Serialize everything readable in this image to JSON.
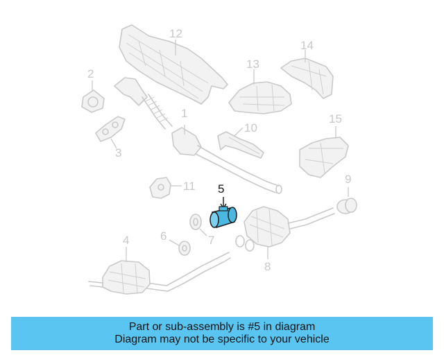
{
  "diagram": {
    "callouts": [
      {
        "id": "1",
        "label": "1"
      },
      {
        "id": "2",
        "label": "2"
      },
      {
        "id": "3",
        "label": "3"
      },
      {
        "id": "4",
        "label": "4"
      },
      {
        "id": "5",
        "label": "5"
      },
      {
        "id": "6",
        "label": "6"
      },
      {
        "id": "7",
        "label": "7"
      },
      {
        "id": "8",
        "label": "8"
      },
      {
        "id": "9",
        "label": "9"
      },
      {
        "id": "10",
        "label": "10"
      },
      {
        "id": "11",
        "label": "11"
      },
      {
        "id": "12",
        "label": "12"
      },
      {
        "id": "13",
        "label": "13"
      },
      {
        "id": "14",
        "label": "14"
      },
      {
        "id": "15",
        "label": "15"
      }
    ],
    "highlighted_part": "5",
    "colors": {
      "highlight_part": "#4ab8e0",
      "faded_part": "#c9c9c9",
      "banner": "#5bc5f2"
    }
  },
  "banner": {
    "line1": "Part or sub-assembly is #5 in diagram",
    "line2": "Diagram may not be specific to your vehicle"
  }
}
